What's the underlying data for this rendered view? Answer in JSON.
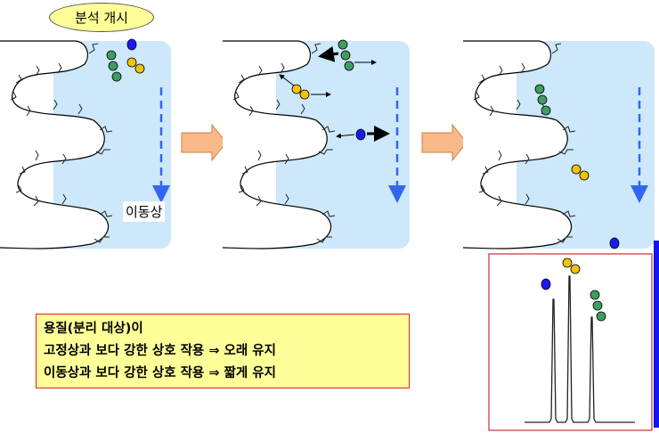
{
  "start_label": "분석 개시",
  "mobile_phase_label": "이동상",
  "note": {
    "line1": "용질(분리 대상)이",
    "line2": "고정상과 보다 강한 상호 작용 ⇒ 오래 유지",
    "line3": "이동상과 보다 강한 상호 작용 ⇒ 짧게 유지"
  },
  "colors": {
    "mobile_phase": "#cce8fa",
    "flow_arrow": "#3366ee",
    "step_arrow": "#f9b98a",
    "blue_solute": "#1a1aee",
    "yellow_solute": "#f2c20c",
    "green_solute": "#3f9e5e",
    "note_fill": "#ffff99",
    "note_border": "#e02020",
    "detector_bar": "#1414ee"
  }
}
